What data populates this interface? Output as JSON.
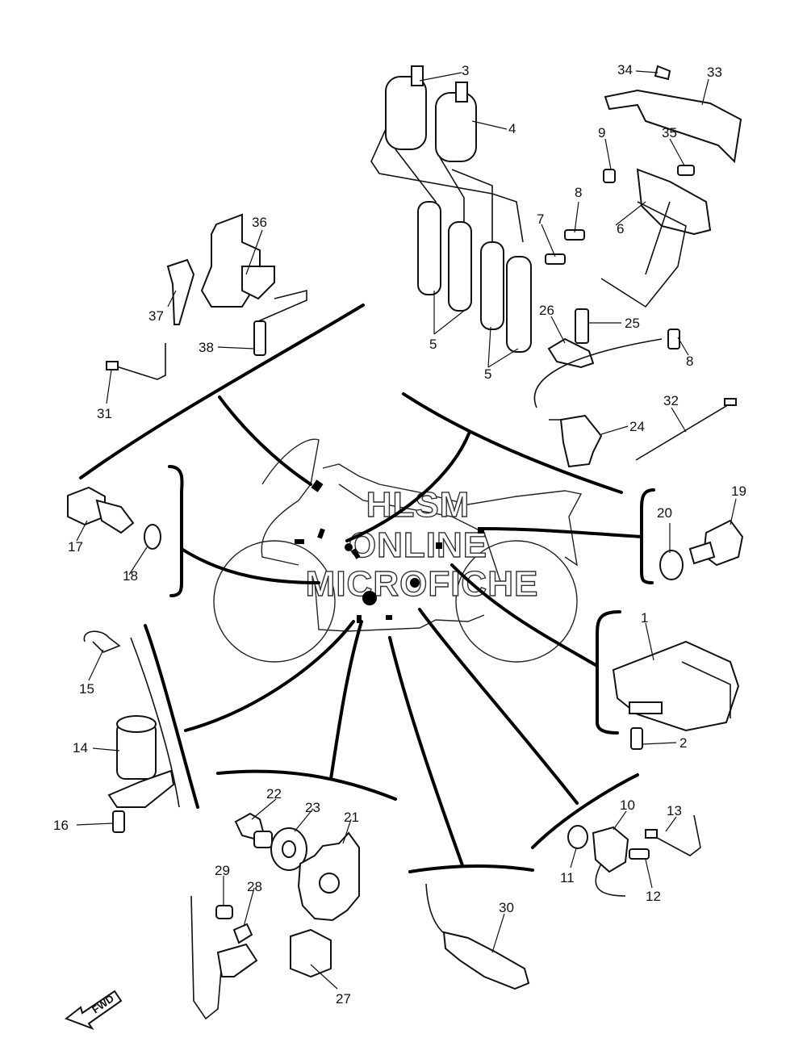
{
  "watermark": {
    "line1": "HLSM",
    "line2": "ONLINE",
    "line3": "MICROFICHE"
  },
  "fwd_label": "FWD",
  "callouts": {
    "p1": "1",
    "p2": "2",
    "p3": "3",
    "p4": "4",
    "p5a": "5",
    "p5b": "5",
    "p6": "6",
    "p7": "7",
    "p8a": "8",
    "p8b": "8",
    "p9": "9",
    "p10": "10",
    "p11": "11",
    "p12": "12",
    "p13": "13",
    "p14": "14",
    "p15": "15",
    "p16": "16",
    "p17": "17",
    "p18": "18",
    "p19": "19",
    "p20": "20",
    "p21": "21",
    "p22": "22",
    "p23": "23",
    "p24": "24",
    "p25": "25",
    "p26": "26",
    "p27": "27",
    "p28": "28",
    "p29": "29",
    "p30": "30",
    "p31": "31",
    "p32": "32",
    "p33": "33",
    "p34": "34",
    "p35": "35",
    "p36": "36",
    "p37": "37",
    "p38": "38"
  }
}
